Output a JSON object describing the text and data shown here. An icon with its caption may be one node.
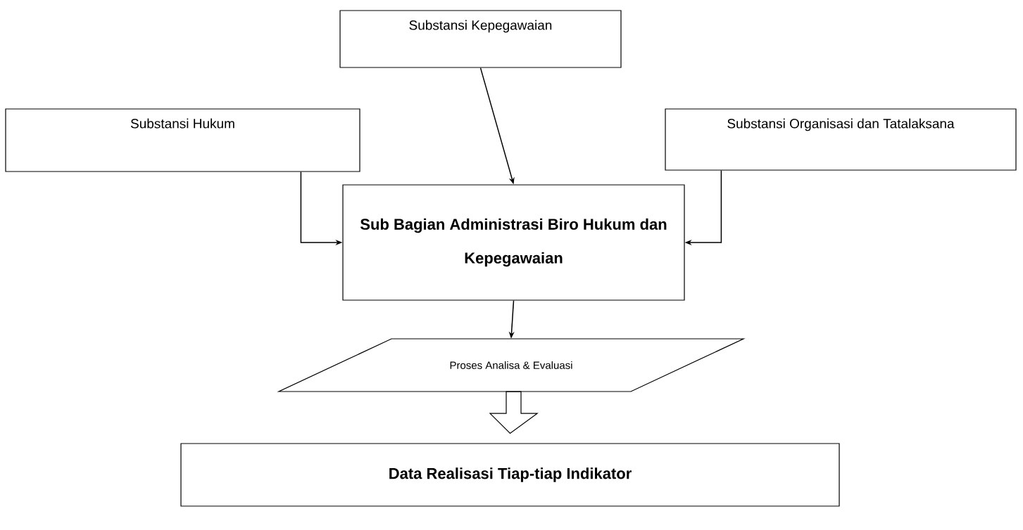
{
  "diagram": {
    "nodes": [
      {
        "text": [
          "Substansi Kepegawaian"
        ]
      },
      {
        "text": [
          "Substansi Hukum"
        ]
      },
      {
        "text": [
          "Substansi Organisasi dan Tatalaksana"
        ]
      },
      {
        "text": [
          "Sub Bagian Administrasi Biro Hukum dan Kepegawaian"
        ]
      },
      {
        "text": [
          "Proses Analisa & Evaluasi"
        ]
      },
      {
        "text": [
          "Data Realisasi Tiap-tiap Indikator"
        ]
      }
    ],
    "edges": [
      {
        "from": 0,
        "to": 3,
        "arrow": "to"
      },
      {
        "from": 1,
        "to": 3,
        "arrow": "to"
      },
      {
        "from": 2,
        "to": 3,
        "arrow": "to"
      },
      {
        "from": 3,
        "to": 4,
        "arrow": "to"
      },
      {
        "from": 4,
        "to": 5,
        "arrow": "to"
      }
    ]
  }
}
